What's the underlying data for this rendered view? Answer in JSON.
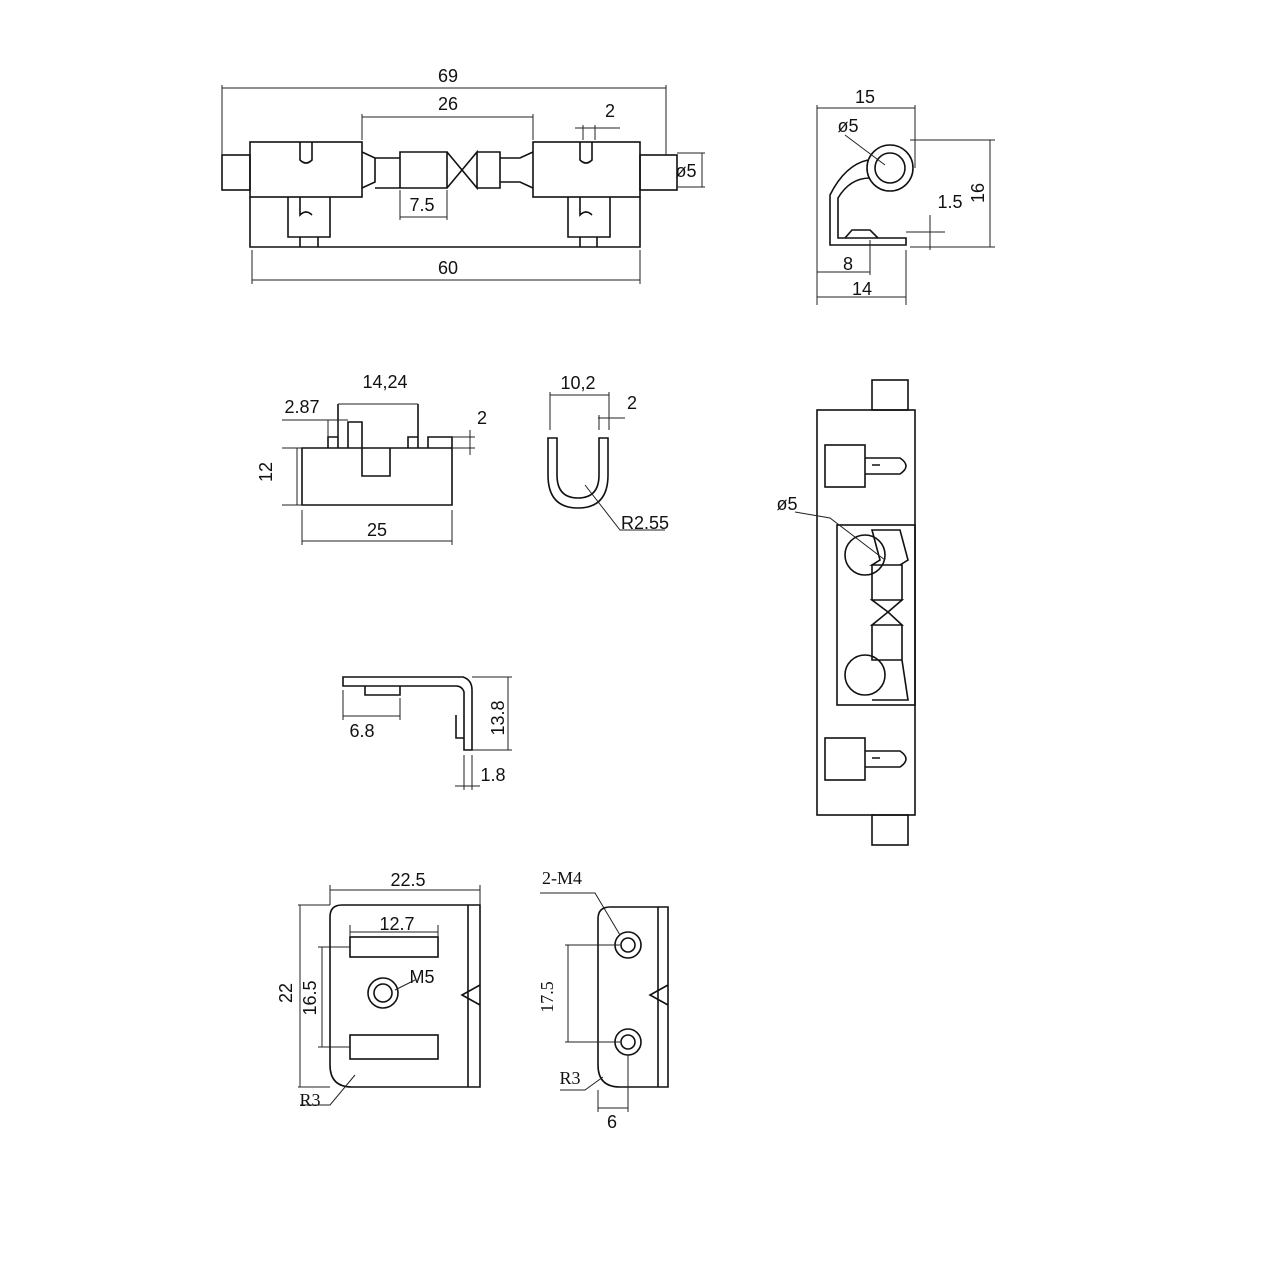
{
  "front_view": {
    "overall_length": "69",
    "shaft_length": "26",
    "slot_width": "2",
    "pin_diameter": "ø5",
    "neck_length": "7.5",
    "plate_length": "60"
  },
  "side_view": {
    "width": "15",
    "pin_diameter": "ø5",
    "height": "16",
    "thickness": "1.5",
    "offset": "8",
    "base_width": "14"
  },
  "channel_view": {
    "inner_width": "14,24",
    "notch": "2.87",
    "step": "2",
    "height": "12",
    "length": "25"
  },
  "u_clip_view": {
    "width": "10,2",
    "wire": "2",
    "radius": "R2.55"
  },
  "vertical_view": {
    "pin_diameter": "ø5"
  },
  "bracket_view": {
    "leg": "6.8",
    "height": "13.8",
    "thickness": "1.8"
  },
  "plate_view": {
    "width": "22.5",
    "slot_length": "12.7",
    "thread": "M5",
    "height": "22",
    "slot_spacing": "16.5",
    "corner_radius": "R3"
  },
  "side_plate_view": {
    "holes": "2-M4",
    "hole_spacing": "17.5",
    "corner_radius": "R3",
    "edge_distance": "6"
  }
}
